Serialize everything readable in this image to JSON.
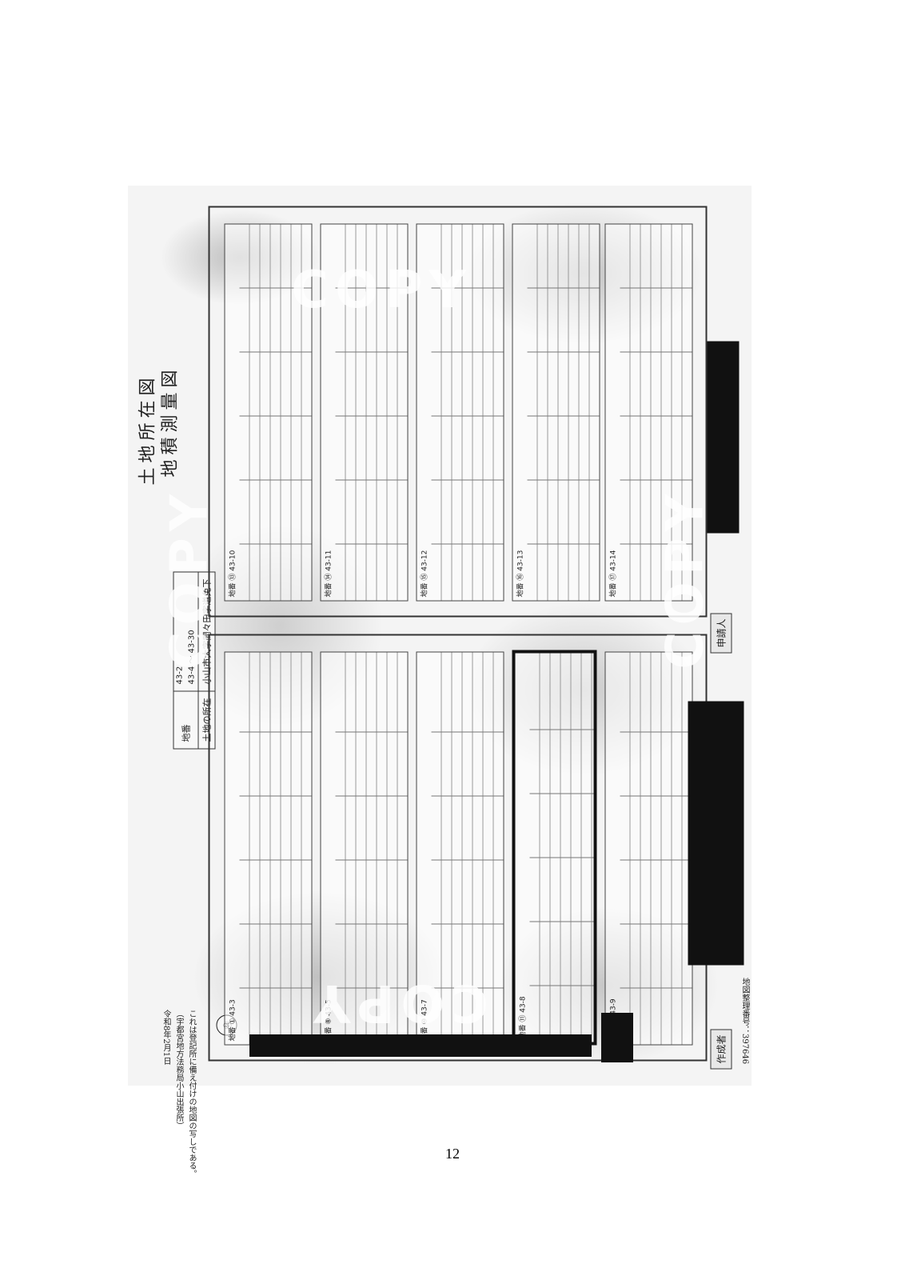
{
  "document": {
    "title_line1": "土地所在図",
    "title_line2": "地積測量図",
    "header": {
      "chiban_label": "地番",
      "chiban_value": "43-2\n43-4 ～ 43-30",
      "location_label": "土地の所在",
      "location_value": "小山市大字間々田字道免下"
    },
    "sheet_mark": "㊹",
    "stamp_left": "作成者",
    "stamp_right": "申請人",
    "side_notes": {
      "note_1": "これは登記所に備え付けの地図の写しである。",
      "note_2": "（宇都宮地方法務局小山出張所）",
      "note_3": "令和8年2月1日",
      "map_number": "地図整理番号：397646"
    },
    "watermark": "COPY",
    "page_number": "12"
  },
  "blocks": [
    {
      "label": "地番 ① 43-3"
    },
    {
      "label": "地番 ⑧ 43-5"
    },
    {
      "label": "地番 ⑩ 43-7"
    },
    {
      "label": "地番 ⑪ 43-8"
    },
    {
      "label": "地番 ⑫ 43-9"
    },
    {
      "label": "地番 ⑬ 43-10"
    },
    {
      "label": "地番 ⑭ 43-11"
    },
    {
      "label": "地番 ⑮ 43-12"
    },
    {
      "label": "地番 ⑯ 43-13"
    },
    {
      "label": "地番 ⑰ 43-14"
    }
  ],
  "colors": {
    "redaction": "#111111",
    "frame": "#333333",
    "paper": "#f4f4f4"
  }
}
